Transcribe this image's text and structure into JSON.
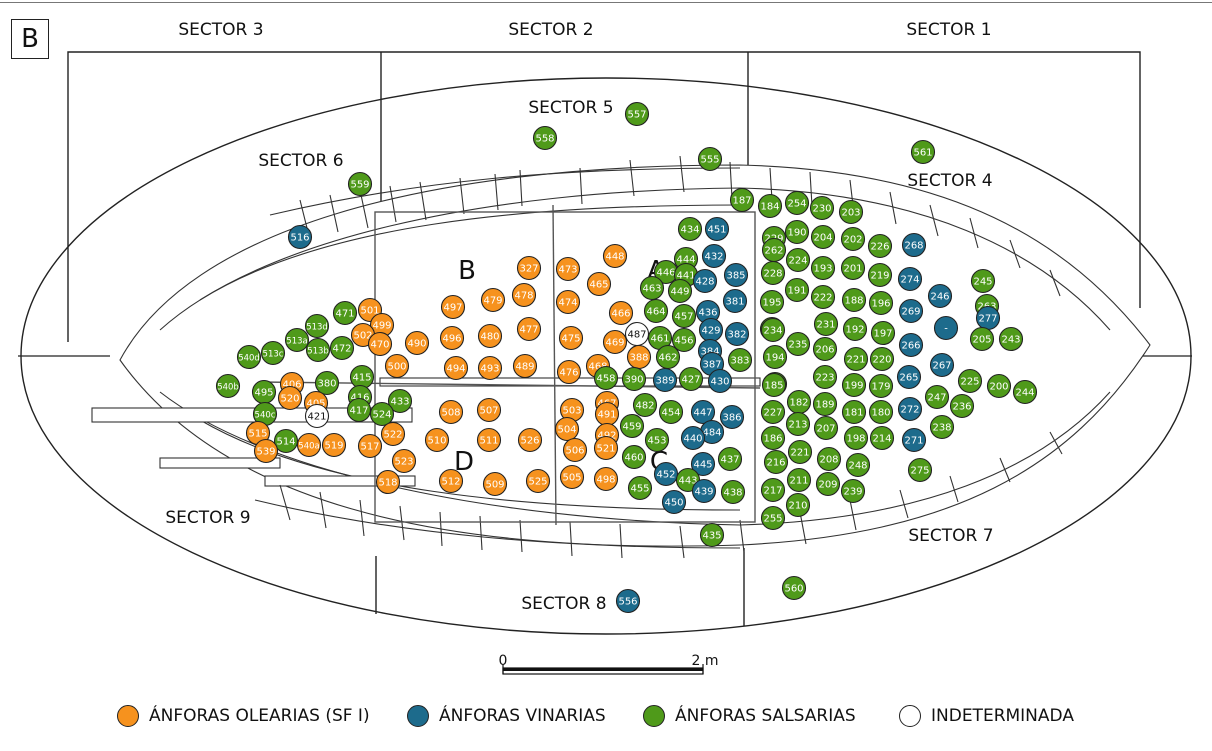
{
  "panel_label": "B",
  "scale": {
    "start": "0",
    "end": "2 m"
  },
  "colors": {
    "oil": "#F6921E",
    "wine": "#1D6B8C",
    "salt": "#4F9A1A",
    "indet": "#FFFFFF",
    "line": "#222222"
  },
  "sectors": [
    {
      "label": "SECTOR 1"
    },
    {
      "label": "SECTOR 2"
    },
    {
      "label": "SECTOR 3"
    },
    {
      "label": "SECTOR 4"
    },
    {
      "label": "SECTOR 5"
    },
    {
      "label": "SECTOR 6"
    },
    {
      "label": "SECTOR 7"
    },
    {
      "label": "SECTOR 8"
    },
    {
      "label": "SECTOR 9"
    }
  ],
  "zones": [
    {
      "label": "A"
    },
    {
      "label": "B"
    },
    {
      "label": "C"
    },
    {
      "label": "D"
    }
  ],
  "legend": [
    {
      "type": "oil",
      "label": "ÁNFORAS OLEARIAS (SF I)"
    },
    {
      "type": "wine",
      "label": "ÁNFORAS VINARIAS"
    },
    {
      "type": "salt",
      "label": "ÁNFORAS SALSARIAS"
    },
    {
      "type": "indet",
      "label": "INDETERMINADA"
    }
  ],
  "amphorae": [
    {
      "id": "557",
      "type": "salt"
    },
    {
      "id": "558",
      "type": "salt"
    },
    {
      "id": "555",
      "type": "salt"
    },
    {
      "id": "561",
      "type": "salt"
    },
    {
      "id": "559",
      "type": "salt"
    },
    {
      "id": "516",
      "type": "wine"
    },
    {
      "id": "187",
      "type": "salt"
    },
    {
      "id": "184",
      "type": "salt"
    },
    {
      "id": "254",
      "type": "salt"
    },
    {
      "id": "230",
      "type": "salt"
    },
    {
      "id": "203",
      "type": "salt"
    },
    {
      "id": "434",
      "type": "salt"
    },
    {
      "id": "451",
      "type": "wine"
    },
    {
      "id": "229",
      "type": "salt"
    },
    {
      "id": "262",
      "type": "salt"
    },
    {
      "id": "190",
      "type": "salt"
    },
    {
      "id": "204",
      "type": "salt"
    },
    {
      "id": "202",
      "type": "salt"
    },
    {
      "id": "226",
      "type": "salt"
    },
    {
      "id": "268",
      "type": "wine"
    },
    {
      "id": "448",
      "type": "oil"
    },
    {
      "id": "327",
      "type": "oil"
    },
    {
      "id": "473",
      "type": "oil"
    },
    {
      "id": "444",
      "type": "salt"
    },
    {
      "id": "432",
      "type": "wine"
    },
    {
      "id": "446",
      "type": "salt"
    },
    {
      "id": "441",
      "type": "salt"
    },
    {
      "id": "428",
      "type": "wine"
    },
    {
      "id": "385",
      "type": "wine"
    },
    {
      "id": "228",
      "type": "salt"
    },
    {
      "id": "224",
      "type": "salt"
    },
    {
      "id": "193",
      "type": "salt"
    },
    {
      "id": "201",
      "type": "salt"
    },
    {
      "id": "219",
      "type": "salt"
    },
    {
      "id": "274",
      "type": "wine"
    },
    {
      "id": "245",
      "type": "salt"
    },
    {
      "id": "465",
      "type": "oil"
    },
    {
      "id": "479",
      "type": "oil"
    },
    {
      "id": "478",
      "type": "oil"
    },
    {
      "id": "474",
      "type": "oil"
    },
    {
      "id": "463",
      "type": "salt"
    },
    {
      "id": "449",
      "type": "salt"
    },
    {
      "id": "381",
      "type": "wine"
    },
    {
      "id": "195",
      "type": "salt"
    },
    {
      "id": "191",
      "type": "salt"
    },
    {
      "id": "222",
      "type": "salt"
    },
    {
      "id": "188",
      "type": "salt"
    },
    {
      "id": "196",
      "type": "salt"
    },
    {
      "id": "246",
      "type": "wine"
    },
    {
      "id": "263",
      "type": "salt"
    },
    {
      "id": "277",
      "type": "wine"
    },
    {
      "id": "497",
      "type": "oil"
    },
    {
      "id": "501",
      "type": "oil"
    },
    {
      "id": "471",
      "type": "salt"
    },
    {
      "id": "513d",
      "type": "salt"
    },
    {
      "id": "466",
      "type": "oil"
    },
    {
      "id": "464",
      "type": "salt"
    },
    {
      "id": "457",
      "type": "salt"
    },
    {
      "id": "436",
      "type": "wine"
    },
    {
      "id": "233",
      "type": "salt"
    },
    {
      "id": "231",
      "type": "salt"
    },
    {
      "id": "269",
      "type": "wine"
    },
    {
      "id": "499",
      "type": "oil"
    },
    {
      "id": "502",
      "type": "oil"
    },
    {
      "id": "513a",
      "type": "salt"
    },
    {
      "id": "496",
      "type": "oil"
    },
    {
      "id": "480",
      "type": "oil"
    },
    {
      "id": "477",
      "type": "oil"
    },
    {
      "id": "475",
      "type": "oil"
    },
    {
      "id": "469",
      "type": "oil"
    },
    {
      "id": "487",
      "type": "indet"
    },
    {
      "id": "429",
      "type": "wine"
    },
    {
      "id": "382",
      "type": "wine"
    },
    {
      "id": "234",
      "type": "salt"
    },
    {
      "id": "192",
      "type": "salt"
    },
    {
      "id": "197",
      "type": "salt"
    },
    {
      "id": "-",
      "type": "wine"
    },
    {
      "id": "205",
      "type": "salt"
    },
    {
      "id": "243",
      "type": "salt"
    },
    {
      "id": "470",
      "type": "oil"
    },
    {
      "id": "472",
      "type": "salt"
    },
    {
      "id": "513b",
      "type": "salt"
    },
    {
      "id": "490",
      "type": "oil"
    },
    {
      "id": "461",
      "type": "salt"
    },
    {
      "id": "456",
      "type": "salt"
    },
    {
      "id": "235",
      "type": "salt"
    },
    {
      "id": "206",
      "type": "salt"
    },
    {
      "id": "266",
      "type": "wine"
    },
    {
      "id": "540d",
      "type": "salt"
    },
    {
      "id": "513c",
      "type": "salt"
    },
    {
      "id": "500",
      "type": "oil"
    },
    {
      "id": "494",
      "type": "oil"
    },
    {
      "id": "493",
      "type": "oil"
    },
    {
      "id": "489",
      "type": "oil"
    },
    {
      "id": "388",
      "type": "oil"
    },
    {
      "id": "462",
      "type": "salt"
    },
    {
      "id": "384",
      "type": "wine"
    },
    {
      "id": "387",
      "type": "wine"
    },
    {
      "id": "383",
      "type": "salt"
    },
    {
      "id": "194",
      "type": "salt"
    },
    {
      "id": "221",
      "type": "salt"
    },
    {
      "id": "220",
      "type": "salt"
    },
    {
      "id": "267",
      "type": "wine"
    },
    {
      "id": "476",
      "type": "oil"
    },
    {
      "id": "468",
      "type": "oil"
    },
    {
      "id": "458",
      "type": "salt"
    },
    {
      "id": "390",
      "type": "salt"
    },
    {
      "id": "389",
      "type": "wine"
    },
    {
      "id": "427",
      "type": "salt"
    },
    {
      "id": "430",
      "type": "wine"
    },
    {
      "id": "183",
      "type": "salt"
    },
    {
      "id": "223",
      "type": "salt"
    },
    {
      "id": "265",
      "type": "wine"
    },
    {
      "id": "225",
      "type": "salt"
    },
    {
      "id": "200",
      "type": "salt"
    },
    {
      "id": "244",
      "type": "salt"
    },
    {
      "id": "540b",
      "type": "salt"
    },
    {
      "id": "406",
      "type": "oil"
    },
    {
      "id": "380",
      "type": "salt"
    },
    {
      "id": "415",
      "type": "salt"
    },
    {
      "id": "185",
      "type": "salt"
    },
    {
      "id": "199",
      "type": "salt"
    },
    {
      "id": "179",
      "type": "salt"
    },
    {
      "id": "495",
      "type": "salt"
    },
    {
      "id": "520",
      "type": "oil"
    },
    {
      "id": "405",
      "type": "oil"
    },
    {
      "id": "416",
      "type": "salt"
    },
    {
      "id": "433",
      "type": "salt"
    },
    {
      "id": "182",
      "type": "salt"
    },
    {
      "id": "189",
      "type": "salt"
    },
    {
      "id": "247",
      "type": "salt"
    },
    {
      "id": "236",
      "type": "salt"
    },
    {
      "id": "540c",
      "type": "salt"
    },
    {
      "id": "421",
      "type": "indet"
    },
    {
      "id": "417",
      "type": "salt"
    },
    {
      "id": "524",
      "type": "salt"
    },
    {
      "id": "508",
      "type": "oil"
    },
    {
      "id": "507",
      "type": "oil"
    },
    {
      "id": "503",
      "type": "oil"
    },
    {
      "id": "467",
      "type": "oil"
    },
    {
      "id": "491",
      "type": "oil"
    },
    {
      "id": "482",
      "type": "salt"
    },
    {
      "id": "454",
      "type": "salt"
    },
    {
      "id": "447",
      "type": "wine"
    },
    {
      "id": "386",
      "type": "wine"
    },
    {
      "id": "227",
      "type": "salt"
    },
    {
      "id": "181",
      "type": "salt"
    },
    {
      "id": "180",
      "type": "salt"
    },
    {
      "id": "272",
      "type": "wine"
    },
    {
      "id": "459",
      "type": "salt"
    },
    {
      "id": "484",
      "type": "wine"
    },
    {
      "id": "213",
      "type": "salt"
    },
    {
      "id": "207",
      "type": "salt"
    },
    {
      "id": "238",
      "type": "salt"
    },
    {
      "id": "515",
      "type": "oil"
    },
    {
      "id": "514",
      "type": "salt"
    },
    {
      "id": "540a",
      "type": "oil"
    },
    {
      "id": "519",
      "type": "oil"
    },
    {
      "id": "522",
      "type": "oil"
    },
    {
      "id": "510",
      "type": "oil"
    },
    {
      "id": "511",
      "type": "oil"
    },
    {
      "id": "526",
      "type": "oil"
    },
    {
      "id": "504",
      "type": "oil"
    },
    {
      "id": "492",
      "type": "oil"
    },
    {
      "id": "453",
      "type": "salt"
    },
    {
      "id": "440",
      "type": "wine"
    },
    {
      "id": "186",
      "type": "salt"
    },
    {
      "id": "198",
      "type": "salt"
    },
    {
      "id": "214",
      "type": "salt"
    },
    {
      "id": "271",
      "type": "wine"
    },
    {
      "id": "539",
      "type": "oil"
    },
    {
      "id": "517",
      "type": "oil"
    },
    {
      "id": "506",
      "type": "oil"
    },
    {
      "id": "521",
      "type": "oil"
    },
    {
      "id": "221",
      "type": "salt"
    },
    {
      "id": "523",
      "type": "oil"
    },
    {
      "id": "460",
      "type": "salt"
    },
    {
      "id": "445",
      "type": "wine"
    },
    {
      "id": "437",
      "type": "salt"
    },
    {
      "id": "216",
      "type": "salt"
    },
    {
      "id": "208",
      "type": "salt"
    },
    {
      "id": "248",
      "type": "salt"
    },
    {
      "id": "275",
      "type": "salt"
    },
    {
      "id": "452",
      "type": "wine"
    },
    {
      "id": "443",
      "type": "salt"
    },
    {
      "id": "211",
      "type": "salt"
    },
    {
      "id": "518",
      "type": "oil"
    },
    {
      "id": "512",
      "type": "oil"
    },
    {
      "id": "509",
      "type": "oil"
    },
    {
      "id": "525",
      "type": "oil"
    },
    {
      "id": "505",
      "type": "oil"
    },
    {
      "id": "498",
      "type": "oil"
    },
    {
      "id": "455",
      "type": "salt"
    },
    {
      "id": "439",
      "type": "wine"
    },
    {
      "id": "438",
      "type": "salt"
    },
    {
      "id": "217",
      "type": "salt"
    },
    {
      "id": "209",
      "type": "salt"
    },
    {
      "id": "239",
      "type": "salt"
    },
    {
      "id": "450",
      "type": "wine"
    },
    {
      "id": "210",
      "type": "salt"
    },
    {
      "id": "255",
      "type": "salt"
    },
    {
      "id": "435",
      "type": "salt"
    },
    {
      "id": "560",
      "type": "salt"
    },
    {
      "id": "556",
      "type": "wine"
    }
  ]
}
